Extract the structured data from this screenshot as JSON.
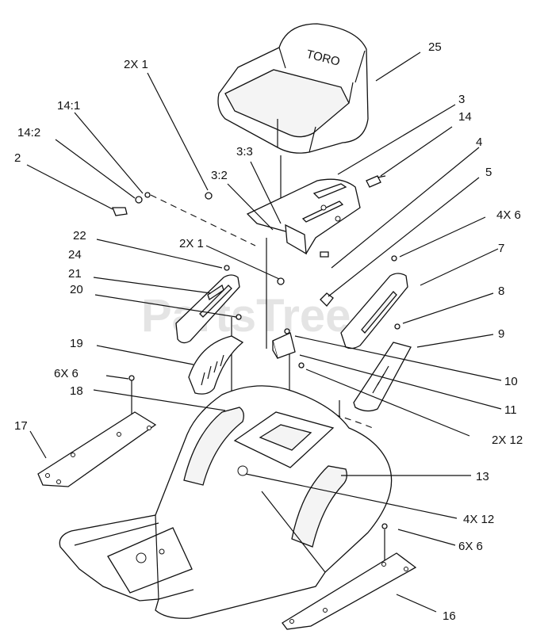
{
  "watermark": "PartsTree",
  "seat_brand": "TORO",
  "labels": {
    "l25": "25",
    "l3": "3",
    "l14": "14",
    "l4": "4",
    "l5": "5",
    "l2x1_top": "2X 1",
    "l14_1": "14:1",
    "l14_2": "14:2",
    "l2": "2",
    "l3_3": "3:3",
    "l3_2": "3:2",
    "l2x1_mid": "2X 1",
    "l22": "22",
    "l24": "24",
    "l21": "21",
    "l20": "20",
    "l4x6": "4X 6",
    "l7": "7",
    "l8": "8",
    "l9": "9",
    "l19": "19",
    "l10": "10",
    "l6x6_left": "6X 6",
    "l18": "18",
    "l11": "11",
    "l17": "17",
    "l2x12": "2X 12",
    "l13": "13",
    "l4x12": "4X 12",
    "l6x6_right": "6X 6",
    "l16": "16"
  }
}
